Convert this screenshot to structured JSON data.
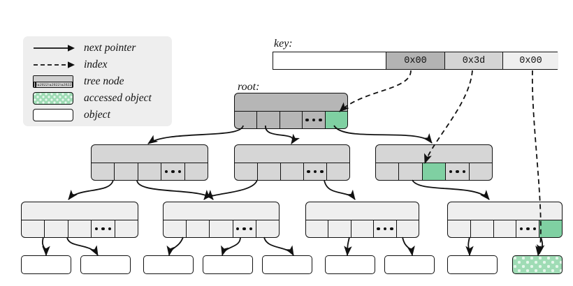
{
  "legend": {
    "rows": [
      {
        "icon": "arrow-solid-icon",
        "label": "next pointer"
      },
      {
        "icon": "arrow-dashed-icon",
        "label": "index"
      },
      {
        "icon": "tree-node-icon",
        "label": "tree node"
      },
      {
        "icon": "accessed-object-icon",
        "label": "accessed object"
      },
      {
        "icon": "object-icon",
        "label": "object"
      }
    ]
  },
  "key": {
    "title": "key:",
    "cells": [
      {
        "text": "",
        "shade": "#ffffff"
      },
      {
        "text": "0x00",
        "shade": "#b3b3b3"
      },
      {
        "text": "0x3d",
        "shade": "#d4d4d4"
      },
      {
        "text": "0x00",
        "shade": "#efefef"
      }
    ]
  },
  "tree": {
    "root_label": "root:",
    "ellipsis": "•••",
    "levels": [
      {
        "name": "root-level",
        "fill": "#b6b6b6",
        "nodes": [
          {
            "cells": [
              "",
              "",
              "",
              "dots",
              ""
            ],
            "highlight": 4
          }
        ]
      },
      {
        "name": "level-2",
        "fill": "#d6d6d6",
        "nodes": [
          {
            "cells": [
              "",
              "",
              "",
              "dots",
              ""
            ],
            "highlight": -1
          },
          {
            "cells": [
              "",
              "",
              "",
              "dots",
              ""
            ],
            "highlight": -1
          },
          {
            "cells": [
              "",
              "",
              "",
              "dots",
              ""
            ],
            "highlight": 2
          }
        ]
      },
      {
        "name": "level-3",
        "fill": "#efefef",
        "nodes": [
          {
            "cells": [
              "",
              "",
              "",
              "dots",
              ""
            ],
            "highlight": -1
          },
          {
            "cells": [
              "",
              "",
              "",
              "dots",
              ""
            ],
            "highlight": -1
          },
          {
            "cells": [
              "",
              "",
              "",
              "dots",
              ""
            ],
            "highlight": -1
          },
          {
            "cells": [
              "",
              "",
              "",
              "dots",
              ""
            ],
            "highlight": 4
          }
        ]
      }
    ]
  },
  "objects": {
    "count": 9,
    "accessed_index": 8
  },
  "colors": {
    "accent_green": "#7fd0a2",
    "cell_green": "#7fd0a2",
    "stroke": "#111111",
    "legend_bg": "#eeeeee"
  }
}
